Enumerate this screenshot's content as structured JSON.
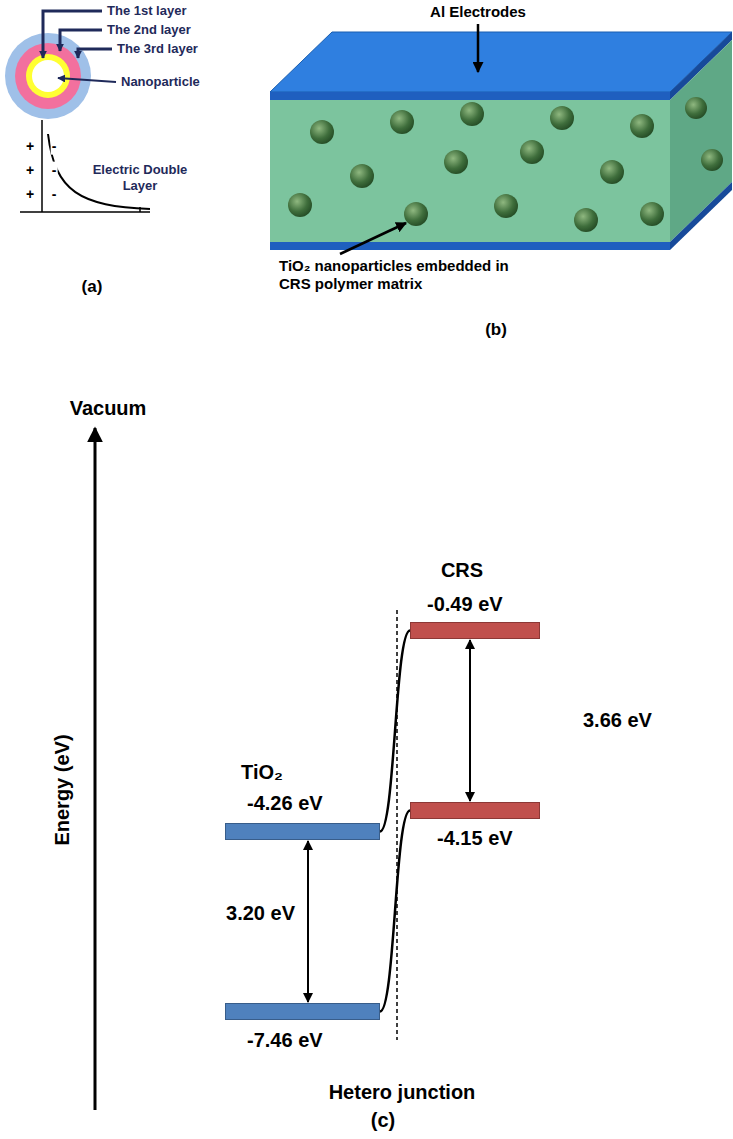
{
  "diagram": {
    "nodes": [
      {
        "text": [
          "-4.26 eV"
        ]
      },
      {
        "text": [
          "-7.46 eV"
        ]
      },
      {
        "text": [
          "-0.49 eV"
        ]
      },
      {
        "text": [
          "-4.15 eV"
        ]
      }
    ],
    "edges": [
      {
        "from": 0,
        "to": 1,
        "arrow": "both",
        "label": "3.20 eV"
      },
      {
        "from": 2,
        "to": 3,
        "arrow": "both",
        "label": "3.66 eV"
      },
      {
        "from": 0,
        "to": 2,
        "arrow": "none"
      },
      {
        "from": 1,
        "to": 3,
        "arrow": "none"
      }
    ],
    "labels": [
      "The 1st layer",
      "The 2nd layer",
      "The 3rd layer",
      "Nanoparticle",
      "+",
      "+",
      "+",
      "-",
      "-",
      "-",
      "Electric Double Layer",
      "(a)",
      "Al Electrodes",
      "TiO₂ nanoparticles embedded in CRS polymer matrix",
      "(b)",
      "Vacuum",
      "Energy (eV)",
      "TiO₂",
      "CRS",
      "Hetero junction",
      "(c)"
    ]
  }
}
